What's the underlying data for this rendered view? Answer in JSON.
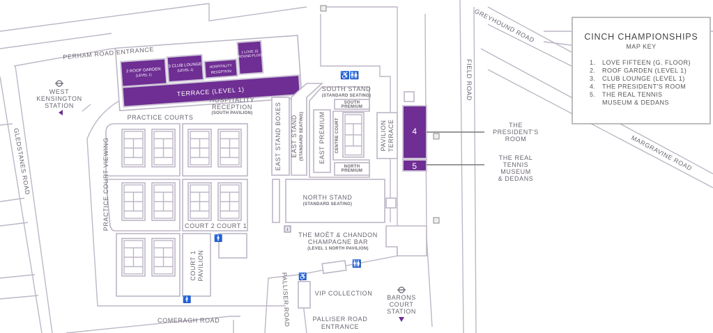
{
  "colors": {
    "accent": "#6e2e93",
    "lines": "#bdb6c6",
    "text": "#6a6470"
  },
  "roads": {
    "perham": "PERHAM ROAD ENTRANCE",
    "gledstanes": "GLEDSTANES ROAD",
    "field": "FIELD ROAD",
    "greyhound": "GREYHOUND ROAD",
    "margravine": "MARGRAVINE ROAD",
    "comeragh": "COMERAGH ROAD",
    "palliser": "PALLISER ROAD",
    "palliser_entrance_1": "PALLISER ROAD",
    "palliser_entrance_2": "ENTRANCE"
  },
  "stations": {
    "west_kensington": [
      "WEST",
      "KENSINGTON",
      "STATION"
    ],
    "barons_court": [
      "BARONS",
      "COURT",
      "STATION"
    ]
  },
  "hospitality_building": {
    "roof_garden": "2 ROOF GARDEN",
    "roof_garden_sub": "(LEVEL 1)",
    "club_lounge": "3 CLUB LOUNGE",
    "club_lounge_sub": "(LEVEL 1)",
    "hospitality_reception_1": "HOSPITALITY",
    "hospitality_reception_2": "RECEPTION",
    "love_fifteen": "1 LOVE 15",
    "love_fifteen_sub": "(GROUND FLOOR)",
    "terrace": "TERRACE (LEVEL 1)"
  },
  "labels": {
    "hospitality_reception": [
      "HOSPITALITY",
      "RECEPTION",
      "(SOUTH PAVILION)"
    ],
    "practice_courts": "PRACTICE COURTS",
    "practice_court_viewing": "PRACTICE COURT VIEWING",
    "court2": "COURT 2",
    "court1": "COURT 1",
    "court1_pavilion": [
      "COURT 1",
      "PAVILION"
    ],
    "south_stand": "SOUTH STAND",
    "south_stand_sub": "(STANDARD SEATING)",
    "south_premium": [
      "SOUTH",
      "PREMIUM"
    ],
    "east_stand_boxes": "EAST STAND BOXES",
    "east_stand": "EAST STAND",
    "east_stand_sub": "(STANDARD SEATING)",
    "east_premium": "EAST PREMIUM",
    "centre_court": "CENTRE COURT",
    "north_premium": [
      "NORTH",
      "PREMIUM"
    ],
    "north_stand": "NORTH STAND",
    "north_stand_sub": "(STANDARD SEATING)",
    "pavilion_terrace": [
      "PAVILION",
      "TERRACE"
    ],
    "box4": "4",
    "box5": "5",
    "presidents_room": [
      "THE",
      "PRESIDENT'S",
      "ROOM"
    ],
    "real_tennis": [
      "THE REAL",
      "TENNIS",
      "MUSEUM",
      "& DEDANS"
    ],
    "champagne_bar": [
      "THE MOËT & CHANDON",
      "CHAMPAGNE BAR",
      "(LEVEL 1 NORTH PAVILION)"
    ],
    "vip_collection": "VIP COLLECTION",
    "info": "i"
  },
  "key": {
    "title": "CINCH CHAMPIONSHIPS",
    "subtitle": "MAP KEY",
    "items": [
      {
        "num": "1.",
        "label": "LOVE FIFTEEN (G. FLOOR)"
      },
      {
        "num": "2.",
        "label": "ROOF GARDEN (LEVEL 1)"
      },
      {
        "num": "3.",
        "label": "CLUB LOUNGE (LEVEL 1)"
      },
      {
        "num": "4.",
        "label": "THE PRESIDENT'S ROOM"
      },
      {
        "num": "5.",
        "label": "THE REAL TENNIS"
      },
      {
        "num": "",
        "label": "MUSEUM & DEDANS"
      }
    ]
  }
}
